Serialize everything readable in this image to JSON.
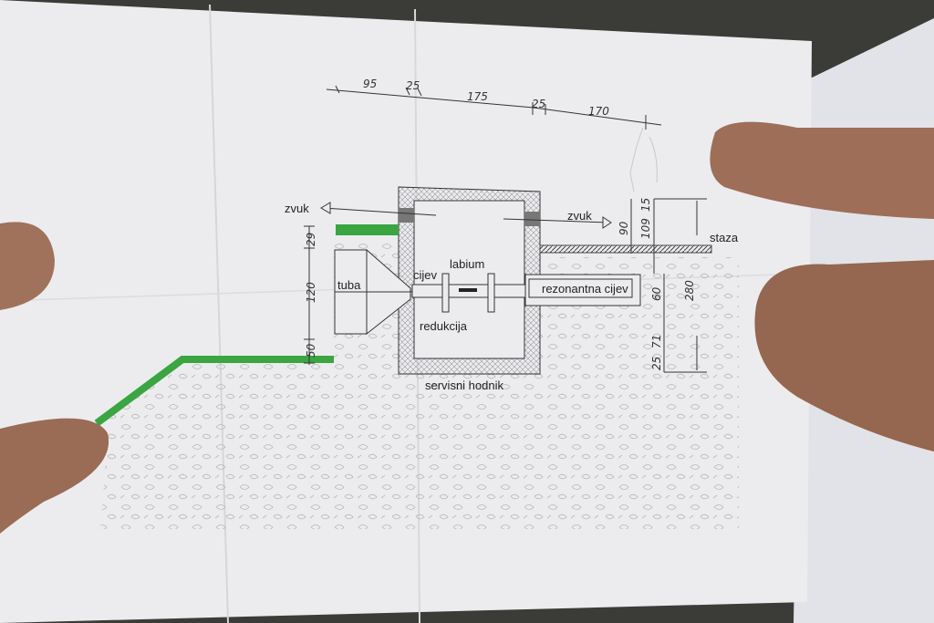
{
  "drawing": {
    "top_dimensions": [
      "95",
      "25",
      "175",
      "25",
      "170"
    ],
    "left_dimensions": [
      "29",
      "120",
      "50"
    ],
    "right_dimensions": [
      "15",
      "90",
      "109",
      "60",
      "280",
      "71",
      "25"
    ],
    "labels": {
      "zvuk_left": "zvuk",
      "zvuk_right": "zvuk",
      "staza": "staza",
      "tuba": "tuba",
      "cijev": "cijev",
      "labium": "labium",
      "redukcija": "redukcija",
      "rezonantna_cijev": "rezonantna cijev",
      "servisni_hodnik": "servisni hodnik"
    },
    "colors": {
      "green": "#3aa541",
      "paper": "#eeeef0",
      "skin": "#a0725c"
    }
  }
}
